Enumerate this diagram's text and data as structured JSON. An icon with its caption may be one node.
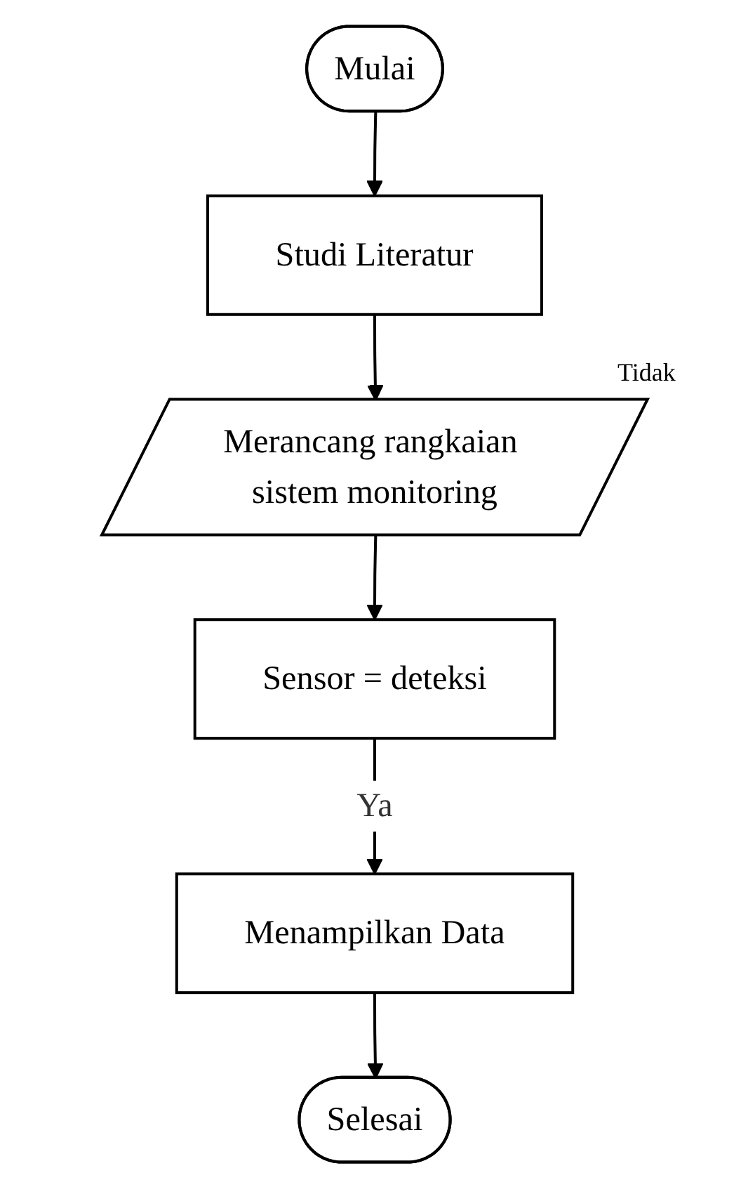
{
  "diagram": {
    "nodes": [
      {
        "text": [
          "Mulai"
        ]
      },
      {
        "text": [
          "Studi Literatur"
        ]
      },
      {
        "text": [
          "Merancang rangkaian sistem monitoring"
        ]
      },
      {
        "text": [
          "Sensor = deteksi"
        ]
      },
      {
        "text": [
          "Menampilkan Data"
        ]
      },
      {
        "text": [
          "Selesai"
        ]
      }
    ],
    "edges": [
      {
        "from": 0,
        "to": 1,
        "arrow": "to"
      },
      {
        "from": 1,
        "to": 2,
        "arrow": "to"
      },
      {
        "from": 2,
        "to": 3,
        "arrow": "to"
      },
      {
        "from": 3,
        "to": 4,
        "arrow": "to",
        "label": "Ya"
      },
      {
        "from": 4,
        "to": 5,
        "arrow": "to"
      }
    ],
    "labels": [
      "Tidak"
    ]
  }
}
